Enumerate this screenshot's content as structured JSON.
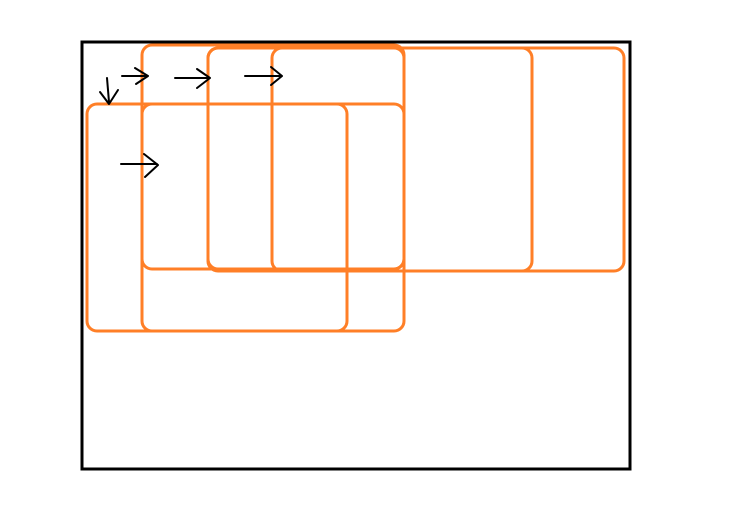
{
  "diagram": {
    "colors": {
      "background": "#ffffff",
      "container_stroke": "#000000",
      "window_stroke": "#ff7f27",
      "arrow_stroke": "#000000"
    },
    "container": {
      "name": "outer-container-frame"
    },
    "windows": [
      {
        "name": "window-rect-1"
      },
      {
        "name": "window-rect-2"
      },
      {
        "name": "window-rect-3"
      },
      {
        "name": "window-rect-4"
      },
      {
        "name": "window-rect-5"
      },
      {
        "name": "window-rect-6"
      }
    ],
    "arrows": [
      {
        "name": "arrow-down-icon",
        "direction": "down"
      },
      {
        "name": "arrow-right-icon",
        "direction": "right"
      },
      {
        "name": "arrow-right-icon",
        "direction": "right"
      },
      {
        "name": "arrow-right-icon",
        "direction": "right"
      },
      {
        "name": "arrow-right-icon",
        "direction": "right"
      }
    ]
  }
}
